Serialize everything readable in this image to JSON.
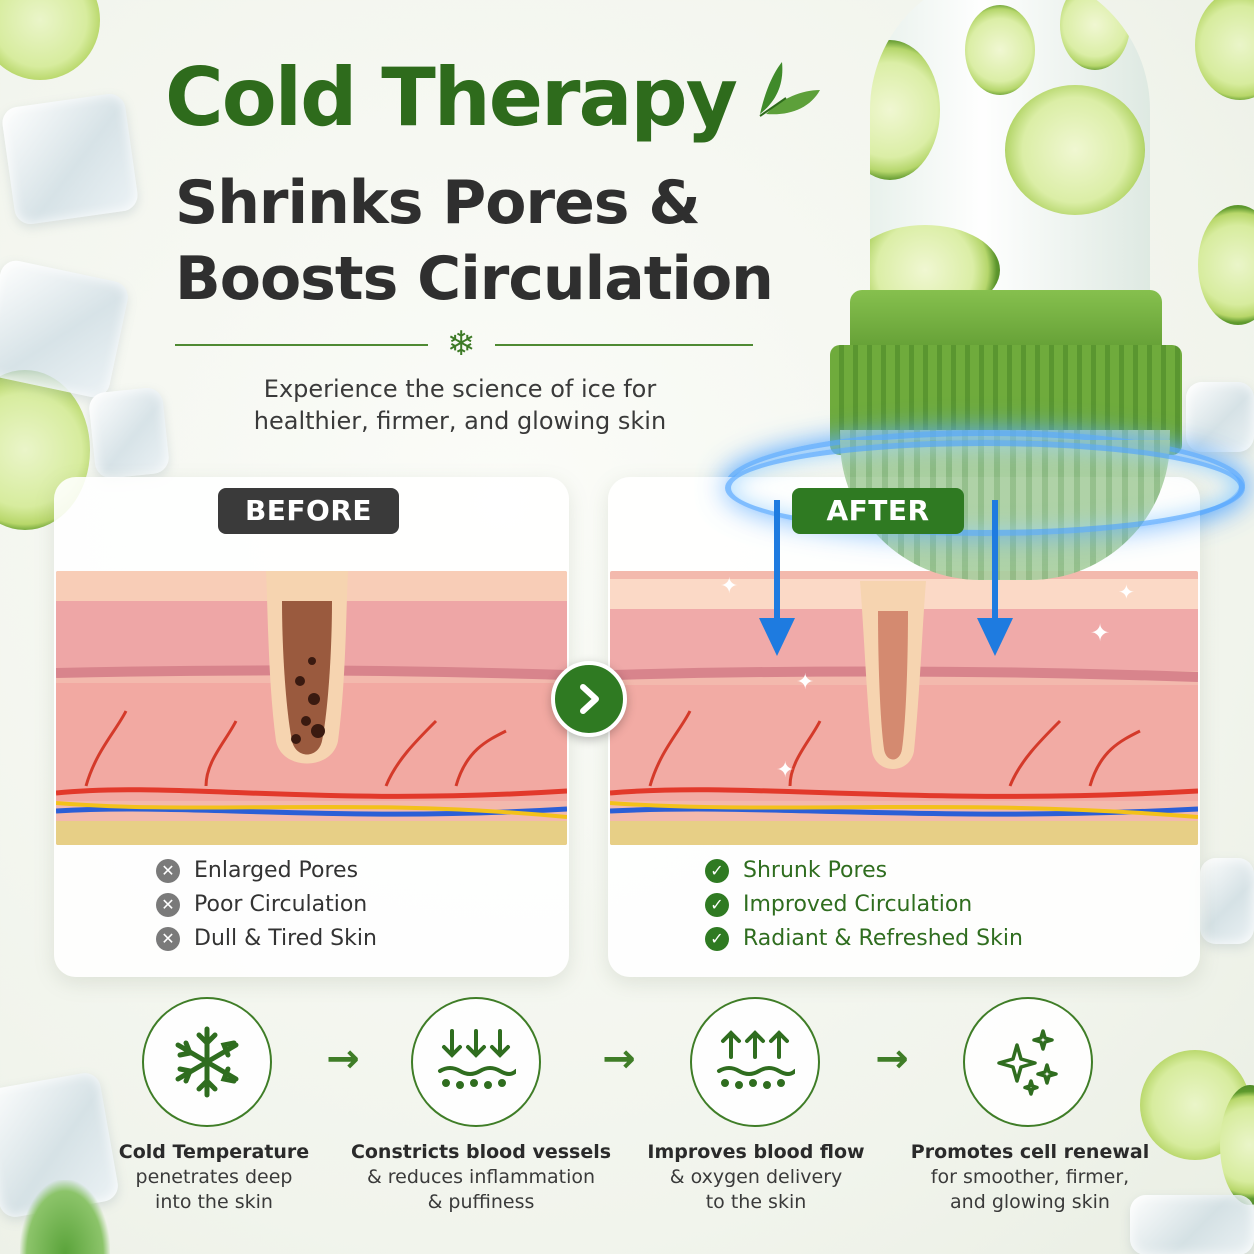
{
  "header": {
    "title": "Cold Therapy",
    "subtitle_line1": "Shrinks Pores &",
    "subtitle_line2": "Boosts Circulation",
    "tagline_line1": "Experience the science of ice for",
    "tagline_line2": "healthier, firmer, and glowing skin"
  },
  "before": {
    "badge": "BEFORE",
    "items": [
      "Enlarged Pores",
      "Poor Circulation",
      "Dull & Tired Skin"
    ]
  },
  "after": {
    "badge": "AFTER",
    "items": [
      "Shrunk Pores",
      "Improved Circulation",
      "Radiant & Refreshed Skin"
    ]
  },
  "steps": [
    {
      "title": "Cold Temperature",
      "line1": "penetrates deep",
      "line2": "into the skin",
      "icon": "snowflake-icon"
    },
    {
      "title": "Constricts blood vessels",
      "line1": "& reduces inflammation",
      "line2": "& puffiness",
      "icon": "down-arrows-icon"
    },
    {
      "title": "Improves blood flow",
      "line1": "& oxygen delivery",
      "line2": "to the skin",
      "icon": "up-arrows-icon"
    },
    {
      "title": "Promotes cell renewal",
      "line1": "for smoother, firmer,",
      "line2": "and glowing skin",
      "icon": "sparkles-icon"
    }
  ],
  "colors": {
    "brand_green": "#2e6b1c",
    "before_badge": "#3a3a3a",
    "after_badge": "#2f7a22",
    "cold_blue": "#1e7be0"
  }
}
